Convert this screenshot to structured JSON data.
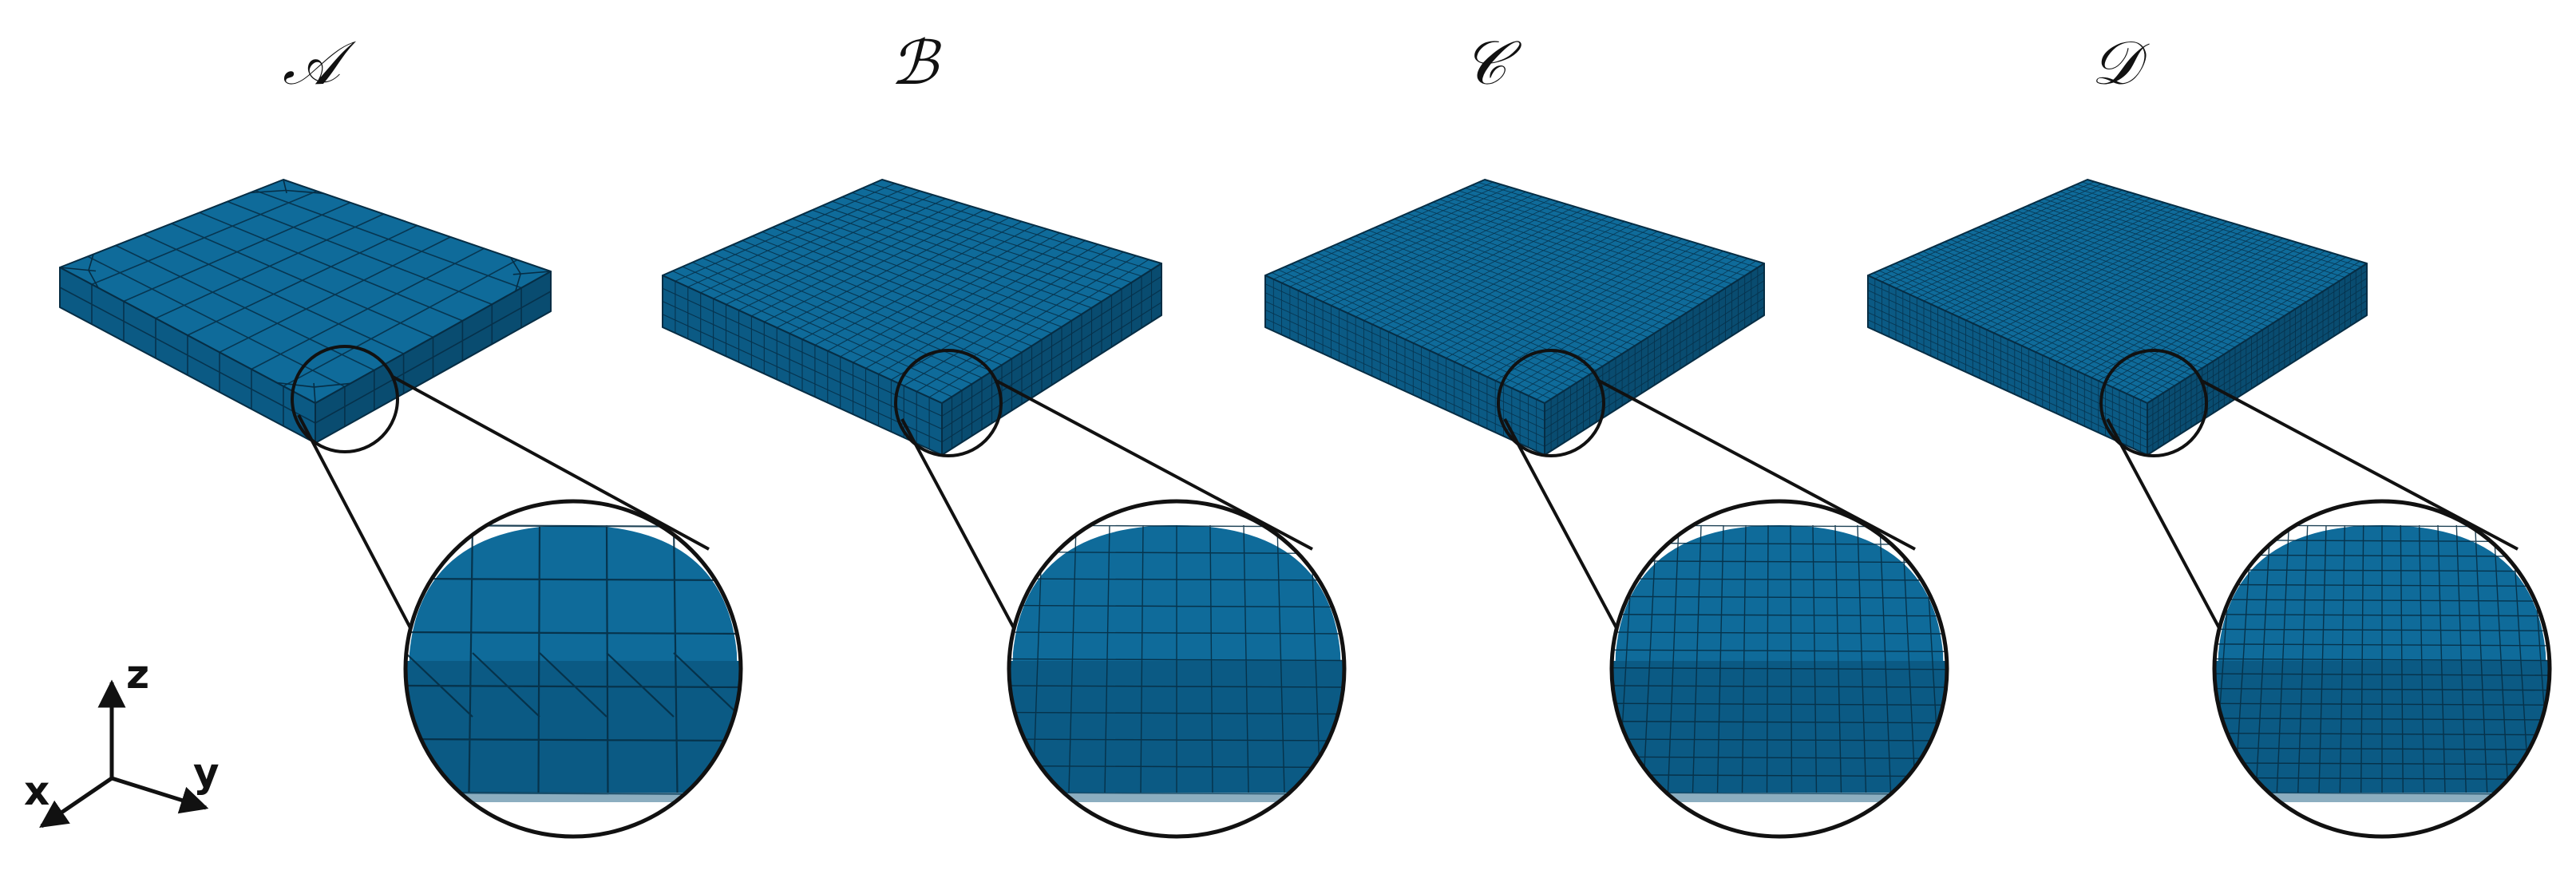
{
  "figure": {
    "panels": [
      {
        "label": "𝒜",
        "mesh_density": 8
      },
      {
        "label": "ℬ",
        "mesh_density": 22
      },
      {
        "label": "𝒞",
        "mesh_density": 34
      },
      {
        "label": "𝒟",
        "mesh_density": 40
      }
    ],
    "axes": {
      "x": "x",
      "y": "y",
      "z": "z"
    },
    "colors": {
      "top_face": "#0f6b9a",
      "side_front": "#0b5a84",
      "side_right": "#094c70",
      "mesh_line": "#062d44",
      "outline": "#111111"
    }
  }
}
